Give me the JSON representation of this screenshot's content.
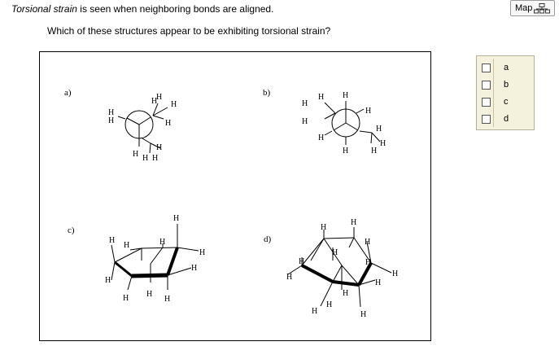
{
  "intro": {
    "term": "Torsional strain",
    "rest": " is seen when neighboring bonds are aligned."
  },
  "question": "Which of these structures appear to be exhibiting torsional strain?",
  "map_button": {
    "label": "Map"
  },
  "structure_labels": {
    "a": "a)",
    "b": "b)",
    "c": "c)",
    "d": "d)"
  },
  "atom_label": "H",
  "choices": [
    "a",
    "b",
    "c",
    "d"
  ]
}
